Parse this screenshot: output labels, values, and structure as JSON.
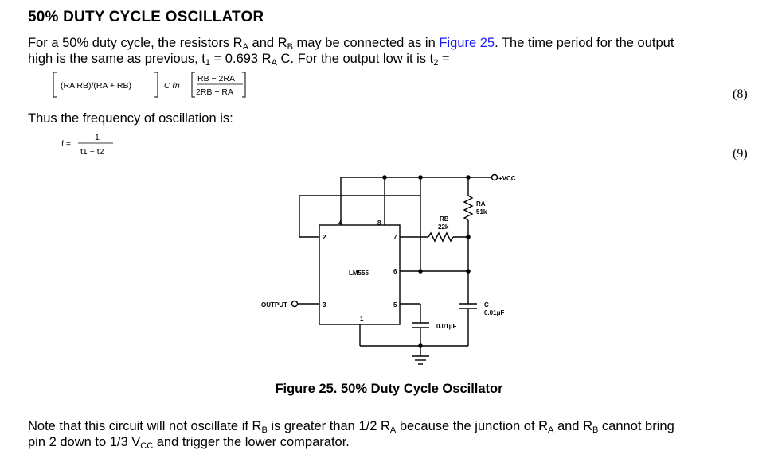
{
  "heading": "50% DUTY CYCLE OSCILLATOR",
  "intro": {
    "line1_a": "For a 50% duty cycle, the resistors R",
    "line1_sub_a": "A",
    "line1_b": " and R",
    "line1_sub_b": "B",
    "line1_c": " may be connected as in ",
    "line1_link": "Figure 25",
    "line1_d": ". The time period for the output",
    "line2_a": "high is the same as previous, t",
    "line2_sub1": "1",
    "line2_b": " = 0.693 R",
    "line2_sub_a": "A",
    "line2_c": " C. For the output low it is t",
    "line2_sub2": "2",
    "line2_d": " ="
  },
  "equation8": {
    "bracket_expr": "(RA RB)/(RA + RB)",
    "middle": "C ℓn",
    "numerator": "RB − 2RA",
    "denominator": "2RB − RA",
    "number": "(8)"
  },
  "freq_text": "Thus the frequency of oscillation is:",
  "equation9": {
    "lhs": "f =",
    "numerator": "1",
    "denominator": "t1 + t2",
    "number": "(9)"
  },
  "schematic": {
    "ic_label": "LM555",
    "pins": [
      "1",
      "2",
      "3",
      "4",
      "5",
      "6",
      "7",
      "8"
    ],
    "vcc_label": "+VCC",
    "ra_label": "RA",
    "ra_value": "51k",
    "rb_label": "RB",
    "rb_value": "22k",
    "c_label": "C",
    "c_value": "0.01μF",
    "c2_value": "0.01μF",
    "output_label": "OUTPUT"
  },
  "caption": "Figure 25.  50% Duty Cycle Oscillator",
  "note": {
    "line1_a": "Note that this circuit will not oscillate if R",
    "line1_sub_b": "B",
    "line1_b": " is greater than 1/2 R",
    "line1_sub_a": "A",
    "line1_c": " because the junction of R",
    "line1_sub_a2": "A",
    "line1_d": " and R",
    "line1_sub_b2": "B",
    "line1_e": " cannot bring",
    "line2_a": "pin 2 down to 1/3 V",
    "line2_sub": "CC",
    "line2_b": " and trigger the lower comparator."
  }
}
